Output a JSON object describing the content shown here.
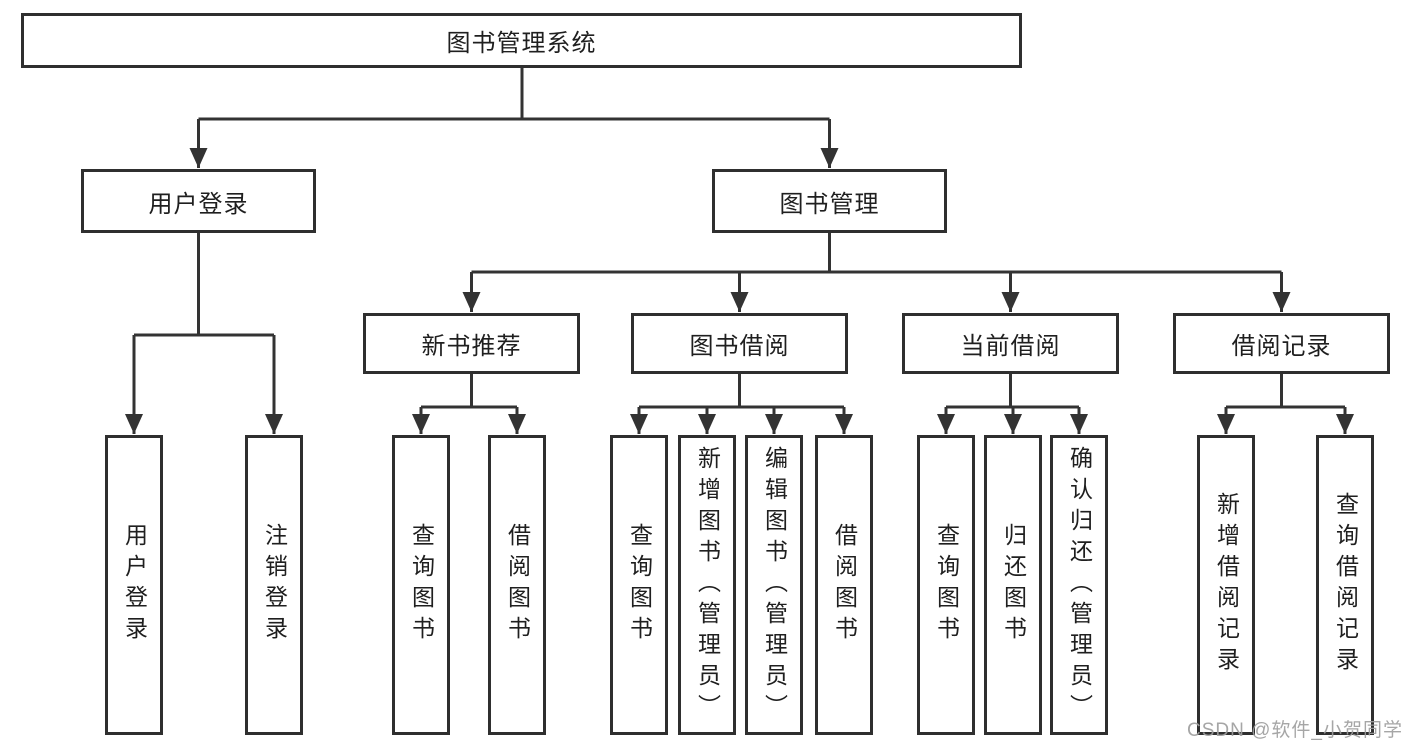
{
  "diagram": {
    "root": {
      "label": "图书管理系统"
    },
    "branches": {
      "user_login": {
        "label": "用户登录",
        "children": [
          "用户登录",
          "注销登录"
        ]
      },
      "book_management": {
        "label": "图书管理",
        "children": {
          "new_book_recommend": {
            "label": "新书推荐",
            "children": [
              "查询图书",
              "借阅图书"
            ]
          },
          "book_borrow": {
            "label": "图书借阅",
            "children": [
              "查询图书",
              "新增图书（管理员）",
              "编辑图书（管理员）",
              "借阅图书"
            ]
          },
          "current_borrow": {
            "label": "当前借阅",
            "children": [
              "查询图书",
              "归还图书",
              "确认归还（管理员）"
            ]
          },
          "borrow_records": {
            "label": "借阅记录",
            "children": [
              "新增借阅记录",
              "查询借阅记录"
            ]
          }
        }
      }
    },
    "watermark": "CSDN @软件_小贺同学",
    "colors": {
      "line": "#333333",
      "border": "#2f2f2f",
      "text": "#1f1f1f",
      "watermark": "#9e9e9e",
      "background": "#ffffff"
    }
  }
}
